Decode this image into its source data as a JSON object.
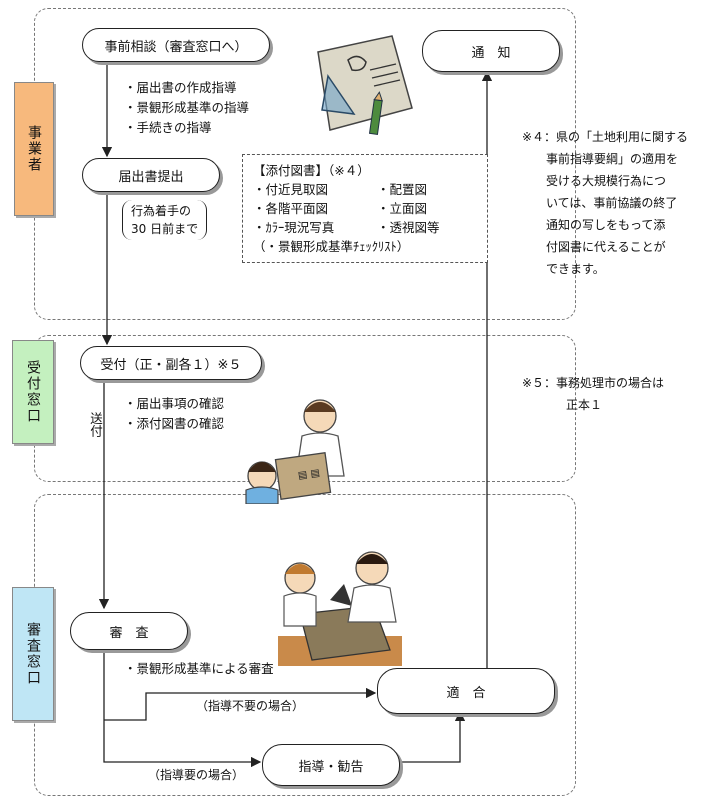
{
  "sections": {
    "jigyosha": "事業者",
    "uketsuke": "受付窓口",
    "shinsa": "審査窓口"
  },
  "nodes": {
    "jizen_soudan": "事前相談（審査窓口へ）",
    "todokede_teishutsu": "届出書提出",
    "uketsuke": "受付（正・副各１）※５",
    "shinsa": "審　査",
    "tekigou": "適　合",
    "shido_kankoku": "指導・勧告",
    "tsuchi": "通　知"
  },
  "soudan_bullets": [
    "・届出書の作成指導",
    "・景観形成基準の指導",
    "・手続きの指導"
  ],
  "deadline": [
    "行為着手の",
    "30 日前まで"
  ],
  "attachments": {
    "title": "【添付図書】（※４）",
    "items": [
      "・付近見取図",
      "・配置図",
      "・各階平面図",
      "・立面図",
      "・ｶﾗｰ現況写真",
      "・透視図等"
    ],
    "checklist": "（・景観形成基準ﾁｪｯｸﾘｽﾄ）"
  },
  "uketsuke_bullets": [
    "・届出事項の確認",
    "・添付図書の確認"
  ],
  "sofu": "送付",
  "shinsa_bullet": "・景観形成基準による審査",
  "branch_no": "（指導不要の場合）",
  "branch_yes": "（指導要の場合）",
  "note4": [
    "※４：県の「土地利用に関する",
    "事前指導要綱」の適用を",
    "受ける大規模行為につ",
    "いては、事前協議の終了",
    "通知の写しをもって添",
    "付図書に代えることが",
    "できます。"
  ],
  "note5": [
    "※５：事務処理市の場合は",
    "正本１"
  ],
  "colors": {
    "jigyosha": "#f7b97d",
    "uketsuke": "#c4f0bf",
    "shinsa": "#bfe6f5"
  }
}
